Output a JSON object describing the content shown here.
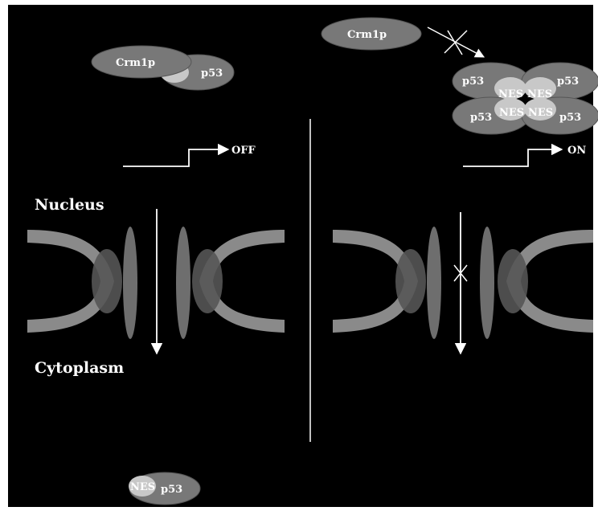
{
  "labels": {
    "crm1p": "Crm1p",
    "p53": "p53",
    "nes": "NES",
    "off": "OFF",
    "on": "ON",
    "nucleus": "Nucleus",
    "cytoplasm": "Cytoplasm"
  },
  "colors": {
    "background": "#000000",
    "frame": "#ffffff",
    "protein": "#787878",
    "nes": "#c8c8c8",
    "pore": "#8a8a8a",
    "line": "#ffffff"
  },
  "panels": {
    "left": {
      "state": "export allowed",
      "transcription": "OFF"
    },
    "right": {
      "state": "export blocked (tetramer masks NES)",
      "transcription": "ON"
    }
  }
}
